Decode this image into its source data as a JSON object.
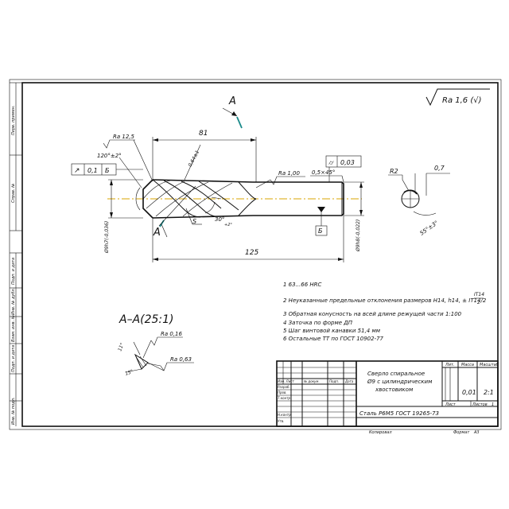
{
  "roughness_general": "Ra 1,6 (√)",
  "section_mark": "A",
  "section_view_title": "A–A(25:1)",
  "dims": {
    "len_81": "81",
    "len_125": "125",
    "angle_120": "120°±2°",
    "angle_30": "30°",
    "angle_30_tol": "+2°",
    "chamfer_05": "0,5×45°",
    "dim_r2": "R2",
    "dim_07": "0,7",
    "angle_55": "55°±3°",
    "dim_064": "0,64±1",
    "dia_left": "Ø9h7(-0,036)",
    "dia_right": "Ø9h8(-0,022)",
    "dim_s": "S",
    "angle_11": "11°",
    "angle_15": "15°"
  },
  "roughness": {
    "ra_125": "Ra 12,5",
    "ra_100": "Ra 1,00",
    "ra_016": "Ra 0,16",
    "ra_063": "Ra 0,63"
  },
  "frames": {
    "left_symbol": "↗",
    "left_value": "0,1",
    "left_base": "Б",
    "right_symbol": "⌭",
    "right_value": "0,03",
    "datum": "Б"
  },
  "notes": [
    "1 63...66 HRC",
    "2 Неуказанные предельные отклонения размеров H14, h14, ± IT14/2",
    "3 Обратная конусность на всей длине режущей части 1:100",
    "4 Заточка по форме ДП",
    "5 Шаг винтовой канавки 51,4 мм",
    "6 Остальные ТТ по ГОСТ 10902-77"
  ],
  "notes_it14": "IT14",
  "notes_it14_den": "2",
  "title_block": {
    "name_line1": "Сверло спиральное",
    "name_line2": "Ø9 с цилиндрическим",
    "name_line3": "хвостовиком",
    "material": "Сталь Р6М5 ГОСТ 19265-73",
    "hdr_lit": "Лит.",
    "hdr_mass": "Масса",
    "hdr_scale": "Масштаб",
    "mass": "0,01",
    "scale": "2:1",
    "sheet": "Лист",
    "sheets": "Листов",
    "sheets_val": "1",
    "row_izm": "Изм. Лист",
    "row_doc": "№ докум.",
    "row_sign": "Подп.",
    "row_date": "Дата",
    "razrab": "Разраб.",
    "prov": "Пров.",
    "tkontr": "Т.контр.",
    "nkontr": "Н.контр.",
    "utv": "Утв.",
    "kopiroval": "Копировал",
    "format": "Формат",
    "format_val": "А3"
  },
  "side_stamps": [
    "Перв. примен.",
    "Справ. №",
    "Подп. и дата",
    "Инв. № дубл.",
    "Взам. инв. №",
    "Подп. и дата",
    "Инв. № подл."
  ]
}
